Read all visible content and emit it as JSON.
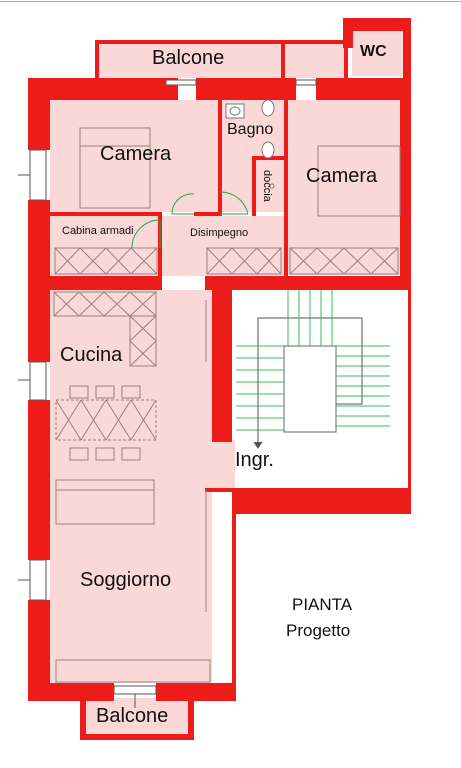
{
  "plan": {
    "title_line1": "PIANTA",
    "title_line2": "Progetto",
    "rooms": {
      "balcone_top": "Balcone",
      "wc": "WC",
      "bagno": "Bagno",
      "doccia": "doccia",
      "camera_left": "Camera",
      "camera_right": "Camera",
      "cabina_armadi": "Cabina armadi",
      "disimpegno": "Disimpegno",
      "cucina": "Cucina",
      "ingresso": "Ingr.",
      "soggiorno": "Soggiorno",
      "balcone_bottom": "Balcone"
    },
    "colors": {
      "wall": "#ee1b1b",
      "floor": "#fbd8d8",
      "stairs": "#2fc24f",
      "furniture": "#9a8080",
      "door": "#22aa44"
    }
  }
}
